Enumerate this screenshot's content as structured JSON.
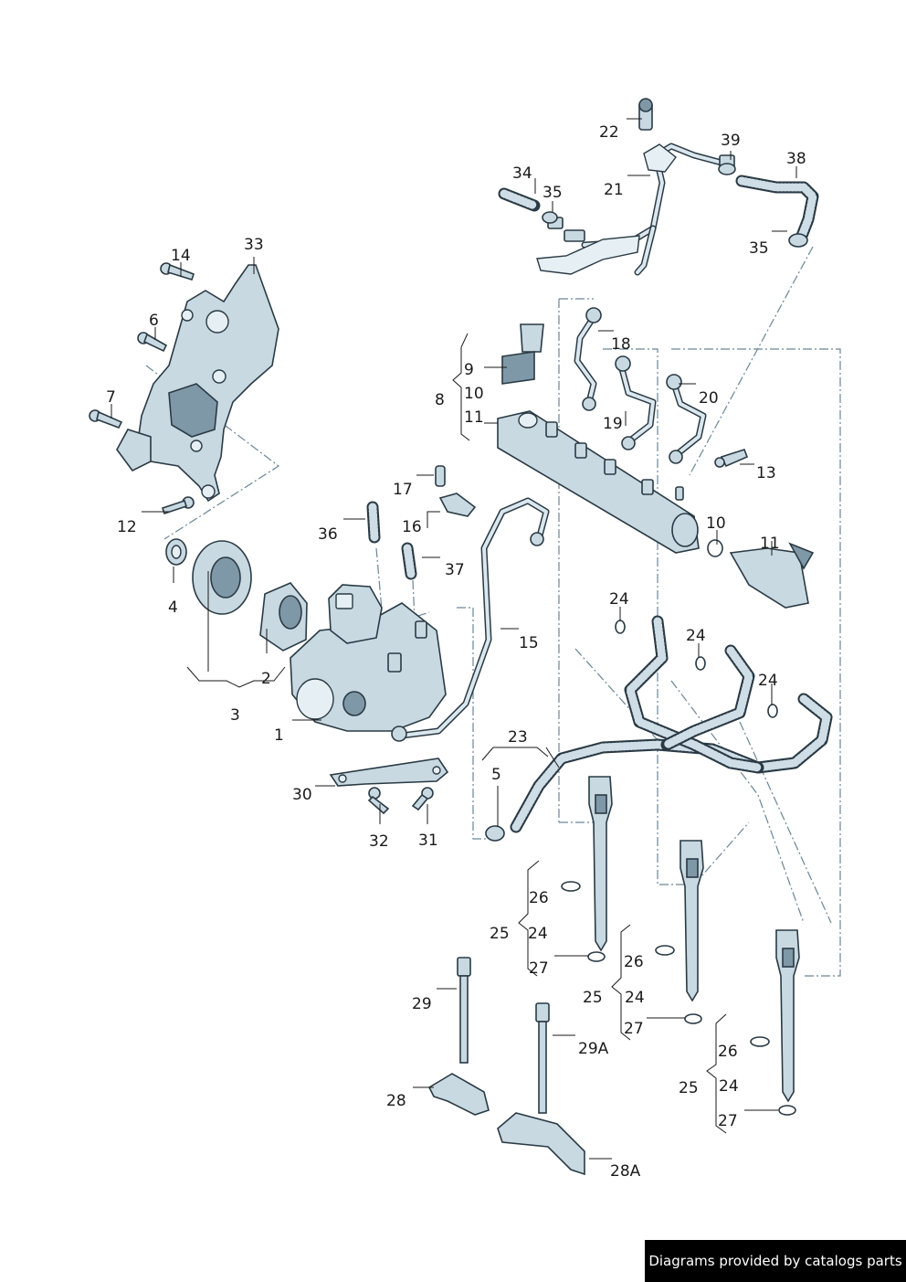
{
  "callouts": {
    "c1": "1",
    "c2": "2",
    "c3": "3",
    "c4": "4",
    "c5": "5",
    "c6": "6",
    "c7": "7",
    "c8": "8",
    "c9": "9",
    "c10a": "10",
    "c10b": "10",
    "c11a": "11",
    "c11b": "11",
    "c12": "12",
    "c13": "13",
    "c14": "14",
    "c15": "15",
    "c16": "16",
    "c17": "17",
    "c18": "18",
    "c19": "19",
    "c20": "20",
    "c21": "21",
    "c22": "22",
    "c23": "23",
    "c24a": "24",
    "c24b": "24",
    "c24c": "24",
    "c24d": "24",
    "c24e": "24",
    "c24f": "24",
    "c25a": "25",
    "c25b": "25",
    "c25c": "25",
    "c26a": "26",
    "c26b": "26",
    "c26c": "26",
    "c27a": "27",
    "c27b": "27",
    "c27c": "27",
    "c28": "28",
    "c28a": "28A",
    "c29": "29",
    "c29a": "29A",
    "c30": "30",
    "c31": "31",
    "c32": "32",
    "c33": "33",
    "c34": "34",
    "c35a": "35",
    "c35b": "35",
    "c36": "36",
    "c37": "37",
    "c38": "38",
    "c39": "39"
  },
  "footer": {
    "text": "Diagrams provided by catalogs parts"
  }
}
